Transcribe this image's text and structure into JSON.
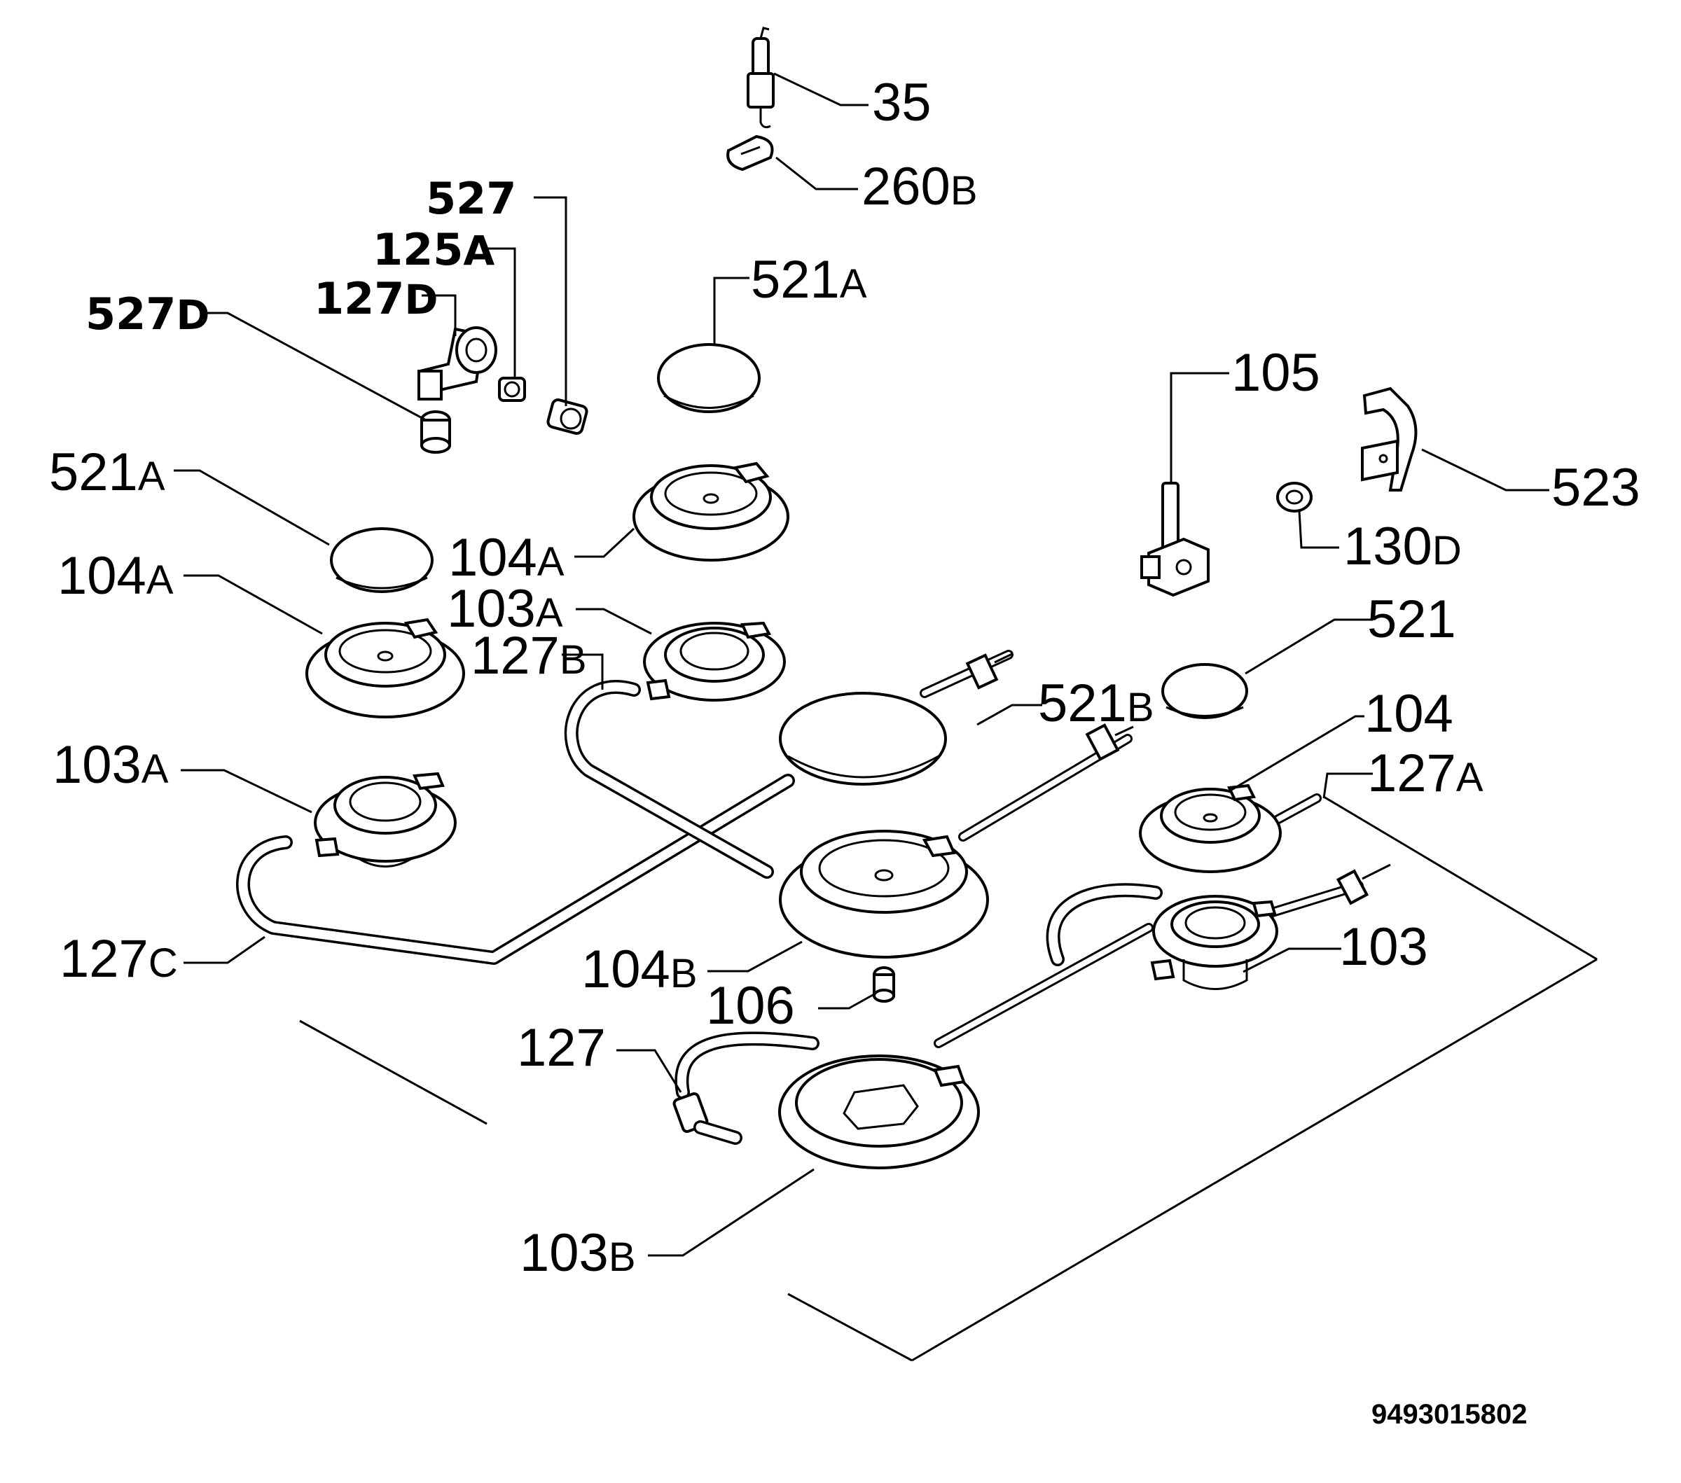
{
  "labels": {
    "p35": {
      "num": "35",
      "suf": ""
    },
    "p260b": {
      "num": "260",
      "suf": "B"
    },
    "p527": {
      "num": "527",
      "suf": ""
    },
    "p125a": {
      "num": "125",
      "suf": "A"
    },
    "p127d": {
      "num": "127",
      "suf": "D"
    },
    "p527d": {
      "num": "527",
      "suf": "D"
    },
    "p521a_top": {
      "num": "521",
      "suf": "A"
    },
    "p105": {
      "num": "105",
      "suf": ""
    },
    "p523": {
      "num": "523",
      "suf": ""
    },
    "p130d": {
      "num": "130",
      "suf": "D"
    },
    "p521a_left": {
      "num": "521",
      "suf": "A"
    },
    "p104a_center": {
      "num": "104",
      "suf": "A"
    },
    "p104a_left": {
      "num": "104",
      "suf": "A"
    },
    "p103a_center": {
      "num": "103",
      "suf": "A"
    },
    "p127b": {
      "num": "127",
      "suf": "B"
    },
    "p521": {
      "num": "521",
      "suf": ""
    },
    "p521b": {
      "num": "521",
      "suf": "B"
    },
    "p104": {
      "num": "104",
      "suf": ""
    },
    "p103a_left": {
      "num": "103",
      "suf": "A"
    },
    "p127a": {
      "num": "127",
      "suf": "A"
    },
    "p103": {
      "num": "103",
      "suf": ""
    },
    "p127c": {
      "num": "127",
      "suf": "C"
    },
    "p104b": {
      "num": "104",
      "suf": "B"
    },
    "p106": {
      "num": "106",
      "suf": ""
    },
    "p127": {
      "num": "127",
      "suf": ""
    },
    "p103b": {
      "num": "103",
      "suf": "B"
    }
  },
  "drawing_code": "9493015802"
}
